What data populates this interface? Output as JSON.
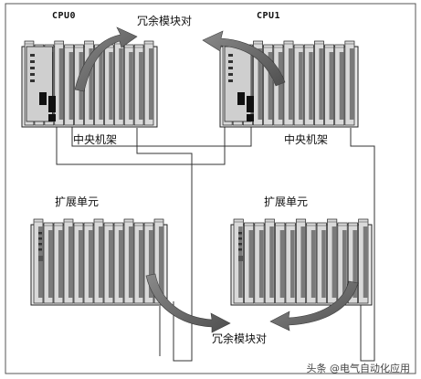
{
  "labels": {
    "cpu0": "CPU0",
    "cpu1": "CPU1",
    "redundancy_pair_top": "冗余模块对",
    "central_rack_left": "中央机架",
    "central_rack_right": "中央机架",
    "expansion_left": "扩展单元",
    "expansion_right": "扩展单元",
    "redundancy_pair_bottom": "冗余模块对"
  },
  "watermark": "头条 @电气自动化应用",
  "colors": {
    "module_face": "#d9d9d9",
    "module_dark": "#7a7a7a",
    "arrow": "#6e6e6e",
    "line": "#333333"
  }
}
